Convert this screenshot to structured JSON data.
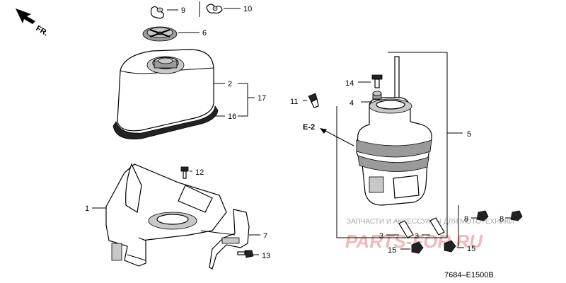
{
  "direction_label": "FR.",
  "section_ref": "E-2",
  "diagram_code": "7684–E1500B",
  "watermark": {
    "tagline": "ЗАПЧАСТИ И АКСЕССУАРЫ ДЛЯ МОТОТЕХНИКИ",
    "site": "PARTS-FOR.RU"
  },
  "callouts": {
    "c1": "1",
    "c2": "2",
    "c3a": "3",
    "c3b": "3",
    "c4": "4",
    "c5": "5",
    "c6": "6",
    "c7": "7",
    "c8a": "8",
    "c8b": "8",
    "c9": "9",
    "c10": "10",
    "c11": "11",
    "c12": "12",
    "c13": "13",
    "c14": "14",
    "c15a": "15",
    "c15b": "15",
    "c16": "16",
    "c17": "17"
  }
}
